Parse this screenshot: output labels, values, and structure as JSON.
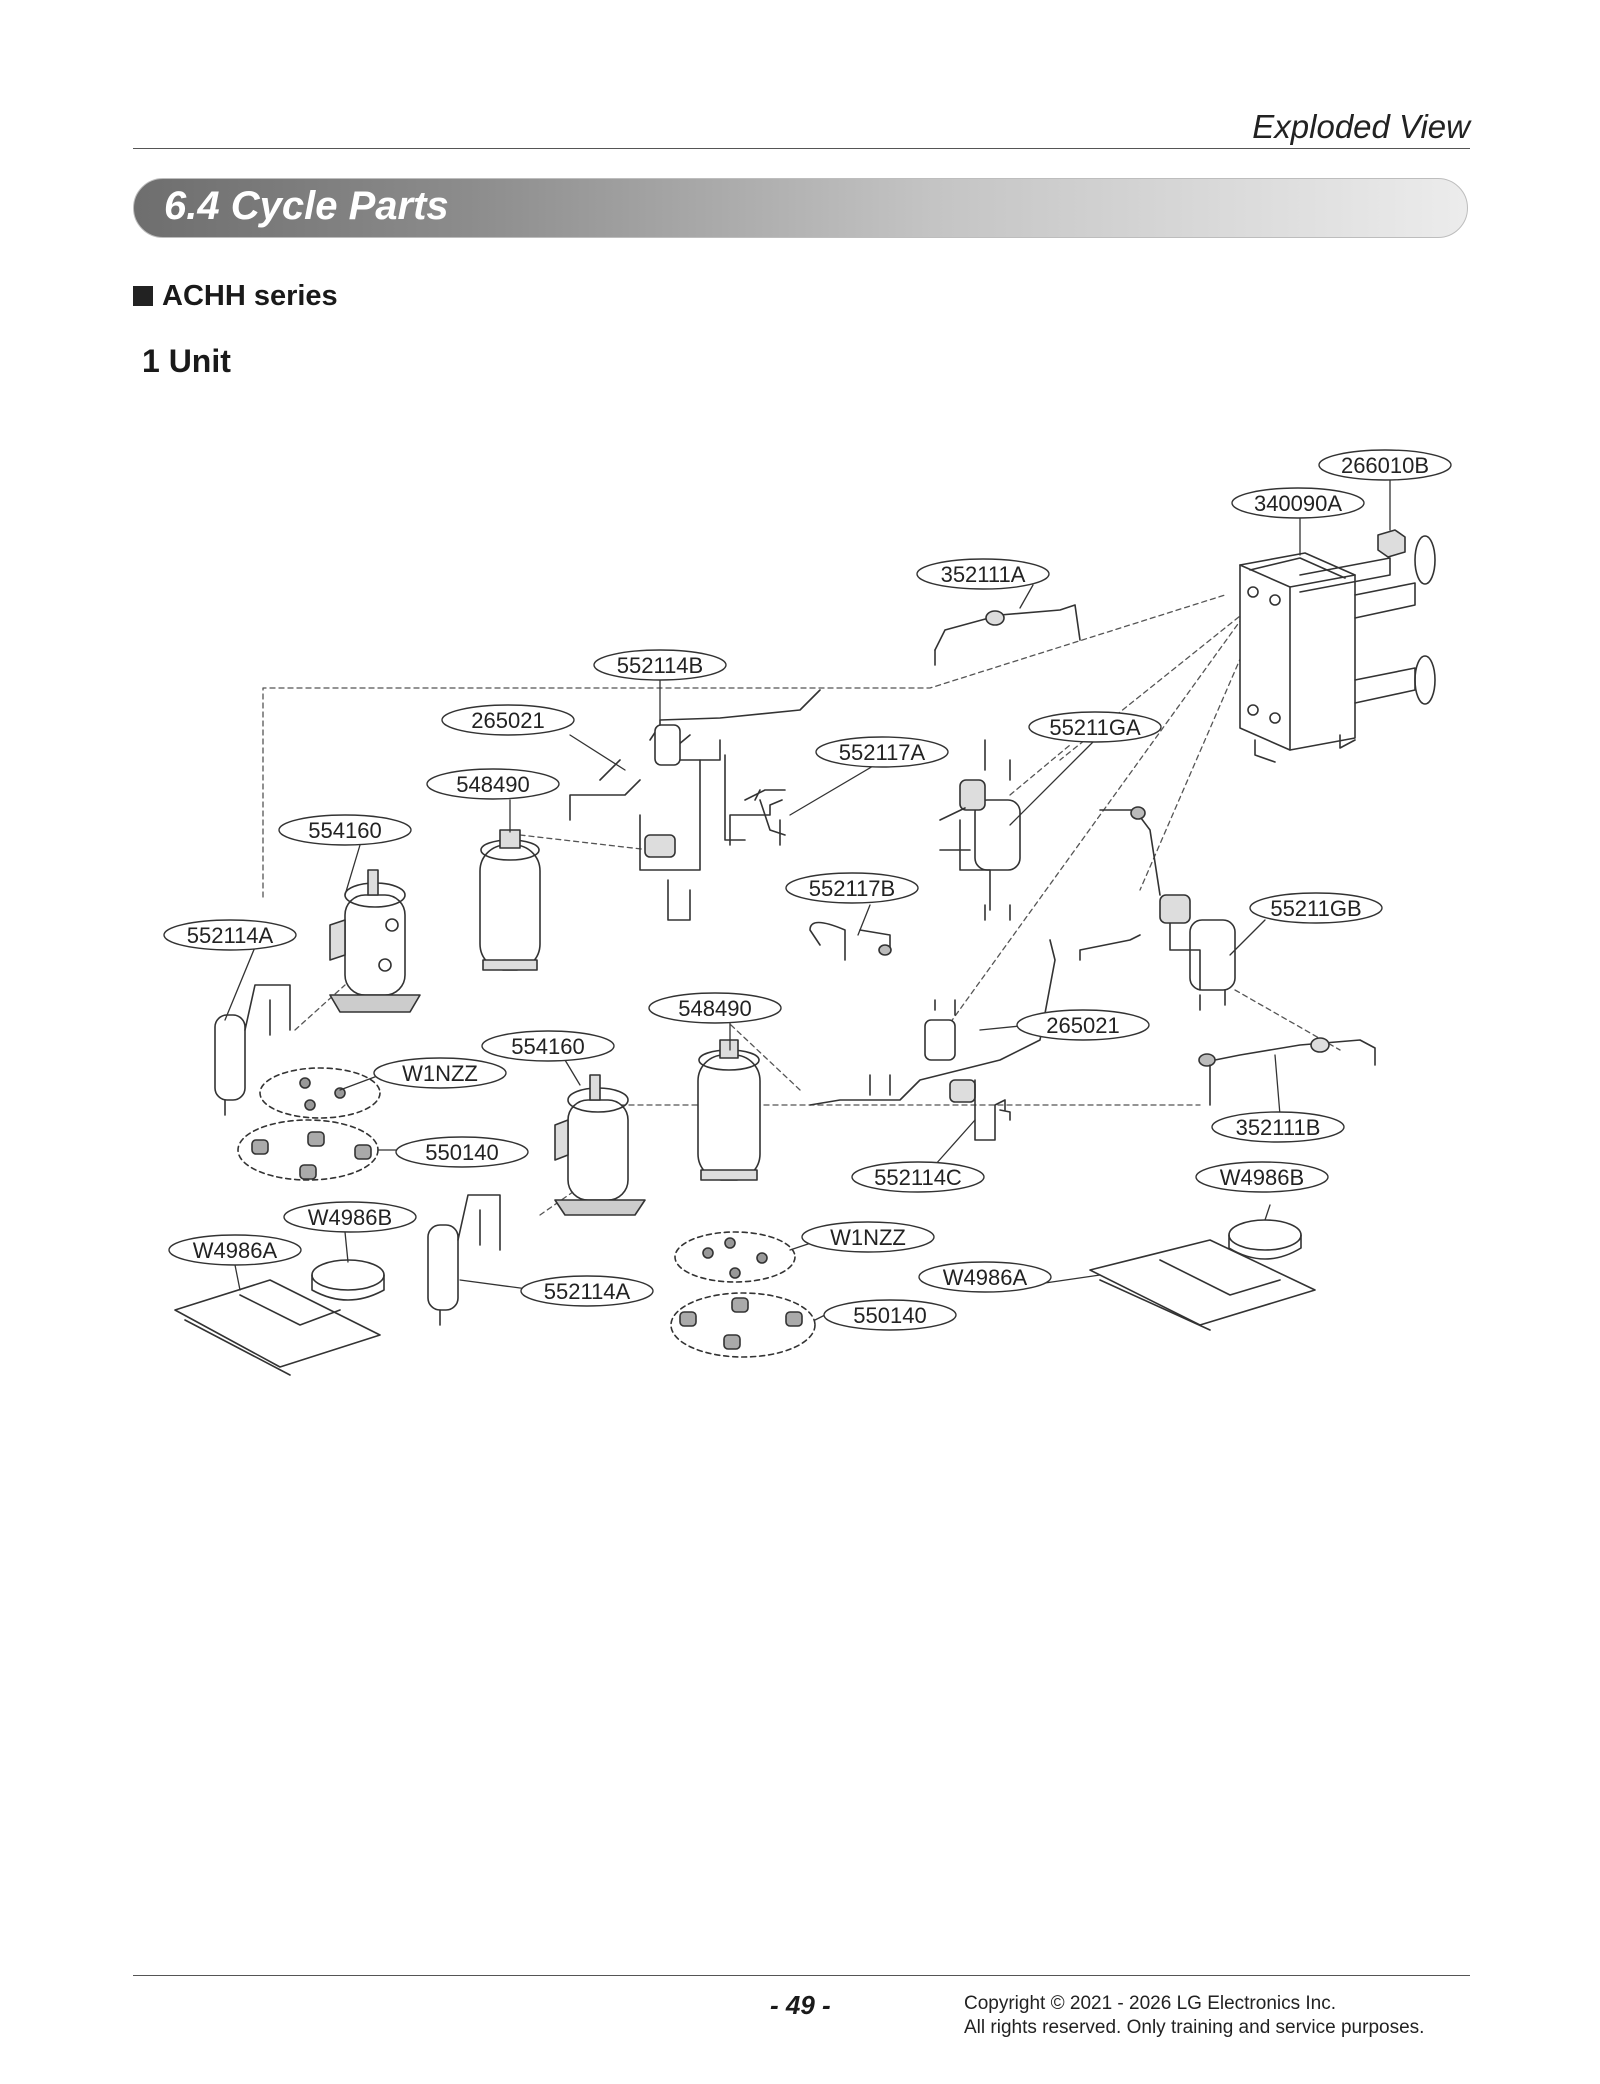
{
  "header": {
    "title": "Exploded View",
    "section": "6.4 Cycle Parts",
    "series": "ACHH series",
    "unit": "1 Unit"
  },
  "callouts": {
    "c266010B": "266010B",
    "c340090A": "340090A",
    "c352111A": "352111A",
    "c552114B": "552114B",
    "c265021_top": "265021",
    "c55211GA": "55211GA",
    "c552117A": "552117A",
    "c548490_top": "548490",
    "c554160_top": "554160",
    "c552114A_top": "552114A",
    "c552117B": "552117B",
    "c55211GB": "55211GB",
    "c548490_bottom": "548490",
    "c265021_bottom": "265021",
    "c554160_bottom": "554160",
    "c W1NZZ_left": "W1NZZ",
    "cW1NZZ_left": "W1NZZ",
    "c550140_left": "550140",
    "c352111B": "352111B",
    "c552114C": "552114C",
    "cW4986B_right": "W4986B",
    "cW4986B_left": "W4986B",
    "cW4986A_left": "W4986A",
    "cW1NZZ_right": "W1NZZ",
    "c552114A_bottom": "552114A",
    "cW4986A_right": "W4986A",
    "c550140_right": "550140"
  },
  "footer": {
    "page": "- 49 -",
    "copyright_line1": "Copyright © 2021 - 2026 LG Electronics Inc.",
    "copyright_line2": "All rights reserved. Only training and service purposes."
  }
}
